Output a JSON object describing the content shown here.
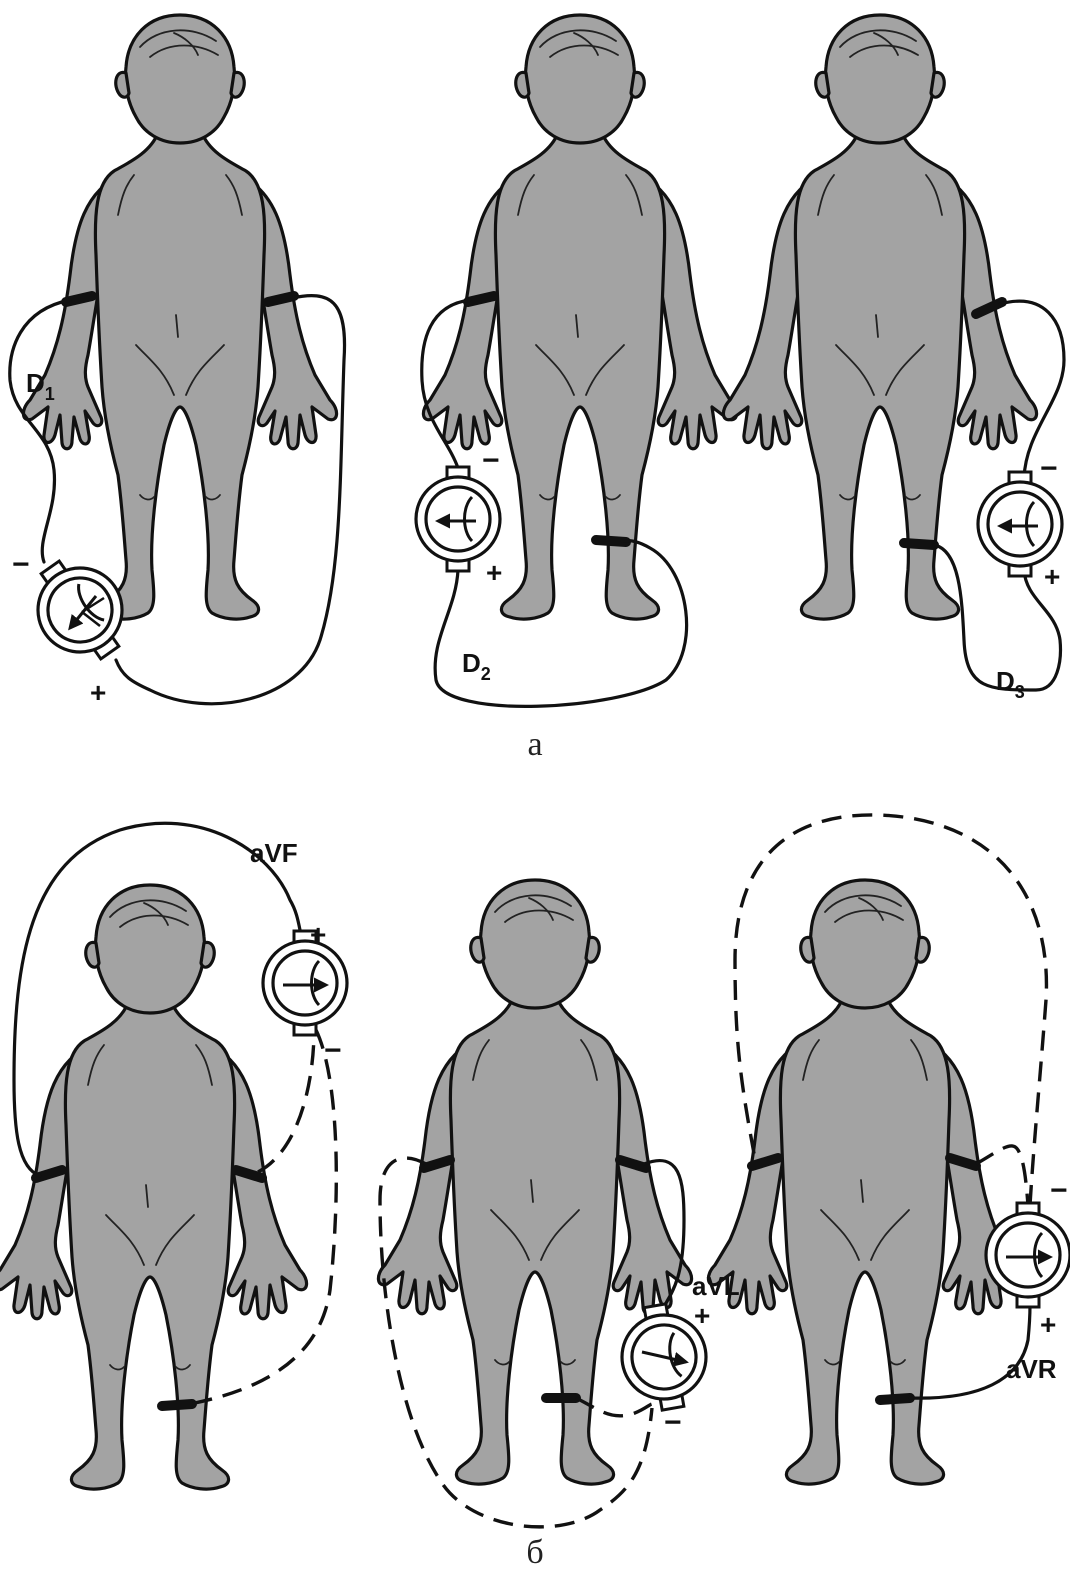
{
  "panel_a": {
    "label": "а",
    "leads": [
      {
        "name": "D",
        "sub": "1",
        "neg": "−",
        "pos": "+"
      },
      {
        "name": "D",
        "sub": "2",
        "neg": "−",
        "pos": "+"
      },
      {
        "name": "D",
        "sub": "3",
        "neg": "−",
        "pos": "+"
      }
    ]
  },
  "panel_b": {
    "label": "б",
    "leads": [
      {
        "name": "aVF",
        "neg": "−",
        "pos": "+"
      },
      {
        "name": "aVL",
        "neg": "−",
        "pos": "+"
      },
      {
        "name": "aVR",
        "neg": "−",
        "pos": "+"
      }
    ]
  },
  "colors": {
    "body": "#a3a3a3",
    "outline": "#111111",
    "background": "#ffffff"
  }
}
